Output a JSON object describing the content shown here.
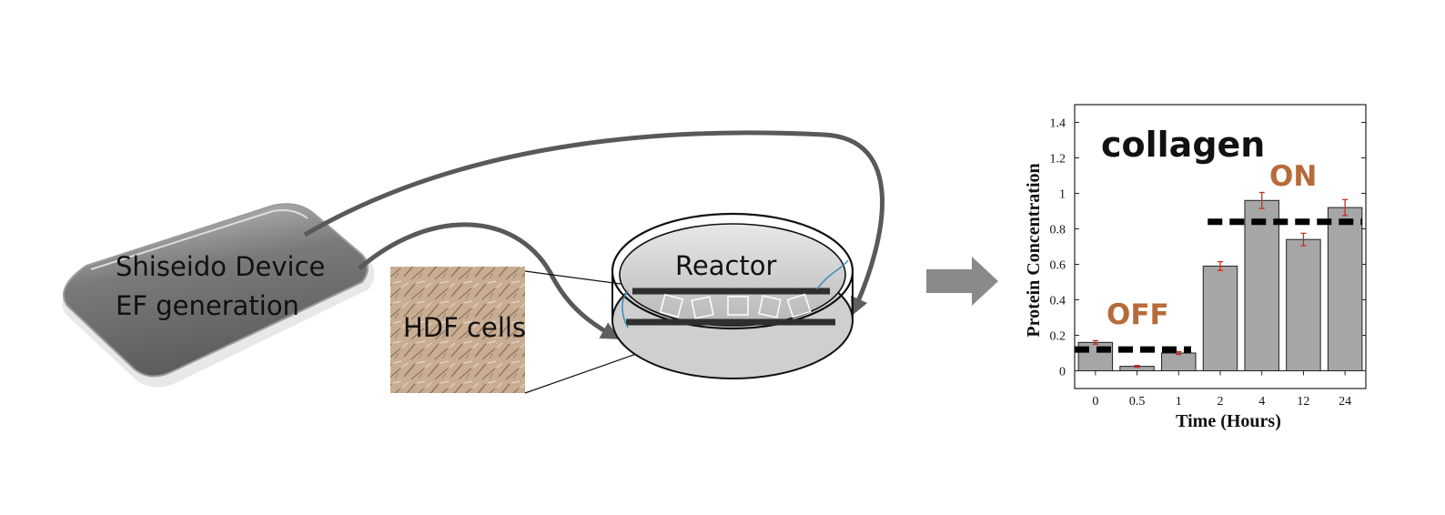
{
  "device": {
    "line1": "Shiseido Device",
    "line2": "EF generation"
  },
  "cells": {
    "label": "HDF cells"
  },
  "reactor": {
    "label": "Reactor"
  },
  "annotations": {
    "off": "OFF",
    "on": "ON"
  },
  "colors": {
    "annotation": "#b86a3a",
    "bar": "#a6a6a6",
    "error": "#d02a1a",
    "device": "#5a5a5a"
  },
  "chart_data": {
    "type": "bar",
    "title": "collagen",
    "xlabel": "Time (Hours)",
    "ylabel": "Protein Concentration",
    "categories": [
      "0",
      "0.5",
      "1",
      "2",
      "4",
      "12",
      "24"
    ],
    "values": [
      0.16,
      0.025,
      0.1,
      0.59,
      0.96,
      0.74,
      0.92
    ],
    "errors": [
      0.01,
      0.005,
      0.008,
      0.025,
      0.045,
      0.035,
      0.045
    ],
    "ylim": [
      -0.1,
      1.5
    ],
    "yticks": [
      "0",
      "0.2",
      "0.4",
      "0.6",
      "0.8",
      "1",
      "1.2",
      "1.4"
    ],
    "ytick_values": [
      0,
      0.2,
      0.4,
      0.6,
      0.8,
      1,
      1.2,
      1.4
    ],
    "reference_lines": [
      {
        "label": "OFF",
        "value": 0.12,
        "from": "0",
        "to": "2"
      },
      {
        "label": "ON",
        "value": 0.84,
        "from": "2",
        "to": "24"
      }
    ],
    "grid": false
  }
}
